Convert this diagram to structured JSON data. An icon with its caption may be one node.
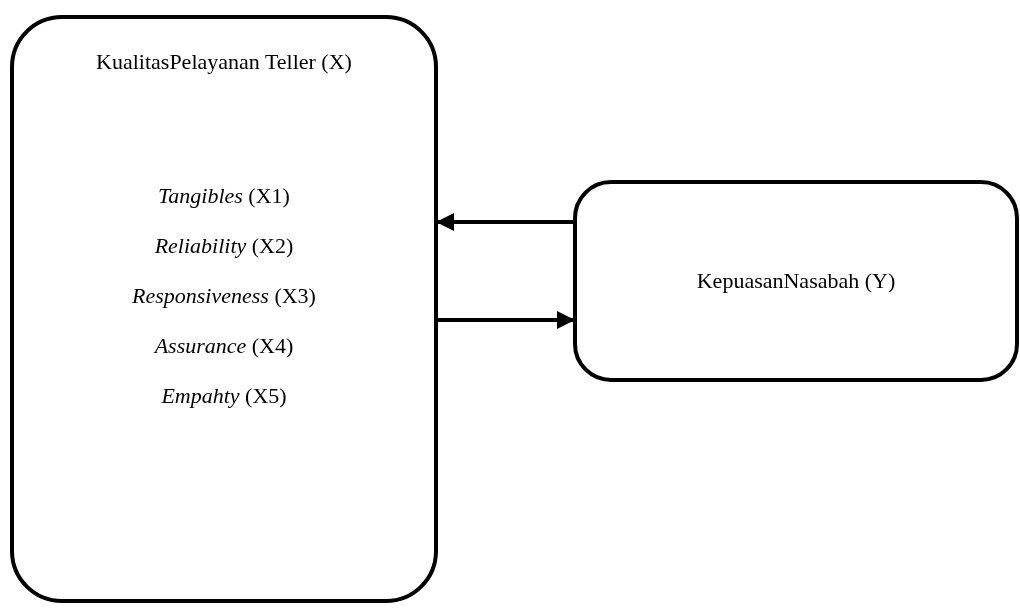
{
  "diagram": {
    "nodes": [
      {
        "text": [
          "KualitasPelayanan Teller (X)",
          "*Tangibles* (X1)",
          "*Reliability* (X2)",
          "*Responsiveness* (X3)",
          "*Assurance* (X4)",
          "*Empahty* (X5)"
        ]
      },
      {
        "text": [
          "KepuasanNasabah (Y)"
        ]
      }
    ],
    "edges": [
      {
        "from": 1,
        "to": 0,
        "arrow": "to"
      },
      {
        "from": 0,
        "to": 1,
        "arrow": "to"
      }
    ]
  }
}
